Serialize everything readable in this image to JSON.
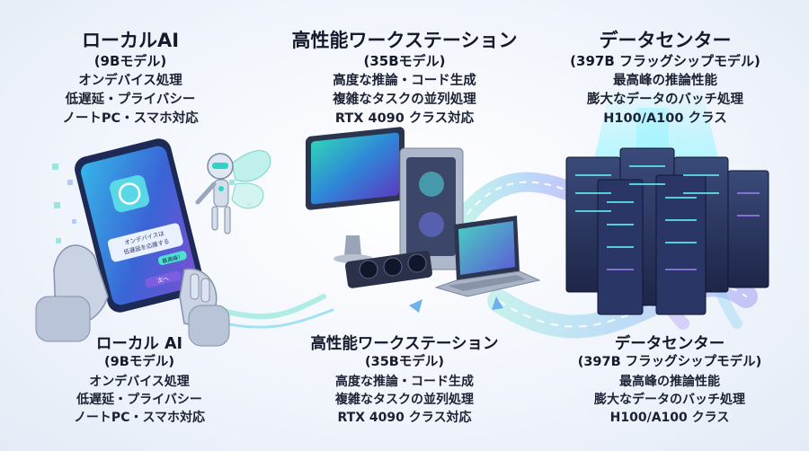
{
  "tiers": [
    {
      "title": "ローカルAI",
      "subtitle": "(9Bモデル)",
      "details": [
        "オンデバイス処理",
        "低遅延・プライバシー",
        "ノートPC・スマホ対応"
      ]
    },
    {
      "title": "高性能ワークステーション",
      "subtitle": "(35Bモデル)",
      "details": [
        "高度な推論・コード生成",
        "複雑なタスクの並列処理",
        "RTX 4090 クラス対応"
      ]
    },
    {
      "title": "データセンター",
      "subtitle": "(397B フラッグシップモデル)",
      "details": [
        "最高峰の推論性能",
        "膨大なデータのバッチ処理",
        "H100/A100 クラス"
      ]
    }
  ],
  "bottom_tiers": [
    {
      "title": "ローカル AI",
      "subtitle": "(9Bモデル)",
      "details": [
        "オンデバイス処理",
        "低遅延・プライバシー",
        "ノートPC・スマホ対応"
      ]
    },
    {
      "title": "高性能ワークステーション",
      "subtitle": "(35Bモデル)",
      "details": [
        "高度な推論・コード生成",
        "複雑なタスクの並列処理",
        "RTX 4090 クラス対応"
      ]
    },
    {
      "title": "データセンター",
      "subtitle": "(397B フラッグシップモデル)",
      "details": [
        "最高峰の推論性能",
        "膨大なデータのバッチ処理",
        "H100/A100 クラス"
      ]
    }
  ],
  "phone_screen": {
    "bubble_line1": "オンデバイスは",
    "bubble_line2": "低遅延を応援する",
    "button1": "最高峰！",
    "button2": "次へ"
  },
  "colors": {
    "accent_teal": "#2fd3c8",
    "accent_blue": "#3a6fd8",
    "accent_purple": "#7b5cd6",
    "text": "#141a2b"
  }
}
